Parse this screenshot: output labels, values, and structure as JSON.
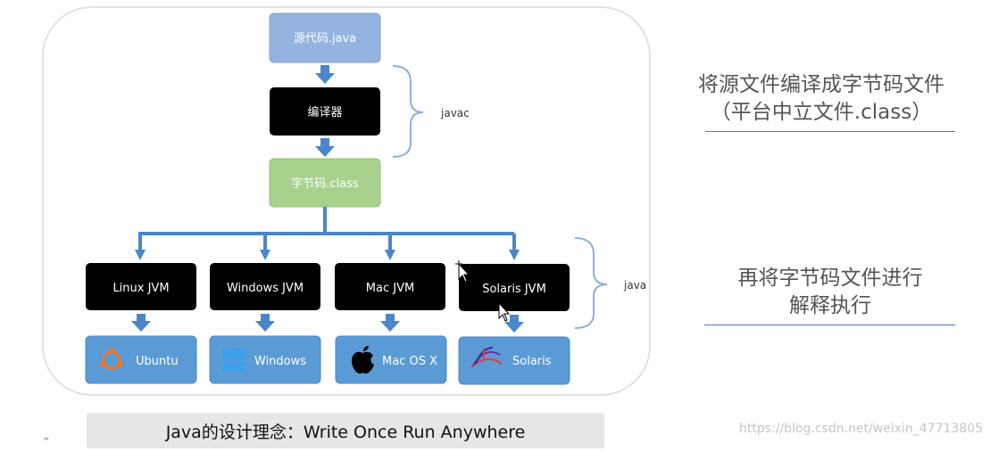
{
  "nodes": {
    "source_code": "源代码.java",
    "compiler": "编译器",
    "bytecode": "字节码.class",
    "jvms": [
      "Linux JVM",
      "Windows JVM",
      "Mac JVM",
      "Solaris JVM"
    ],
    "os": [
      {
        "label": "Ubuntu",
        "icon": "ubuntu-icon"
      },
      {
        "label": "Windows",
        "icon": "windows-icon"
      },
      {
        "label": "Mac OS X",
        "icon": "apple-icon"
      },
      {
        "label": "Solaris",
        "icon": "solaris-icon"
      }
    ]
  },
  "braces": {
    "javac": "javac",
    "java": "java"
  },
  "captions": {
    "compile_line1": "将源文件编译成字节码文件",
    "compile_line2": "（平台中立文件.class）",
    "execute_line1": "再将字节码文件进行",
    "execute_line2": "解释执行"
  },
  "banner": "Java的设计理念：Write Once Run Anywhere",
  "watermark": "https://blog.csdn.net/weixin_47713805",
  "trademark": "™",
  "colors": {
    "source_fill": "#95b3e0",
    "compiler_fill": "#000000",
    "bytecode_fill": "#a9d18e",
    "jvm_fill": "#000000",
    "os_fill": "#5b9bd5",
    "connector": "#4a86c8"
  }
}
